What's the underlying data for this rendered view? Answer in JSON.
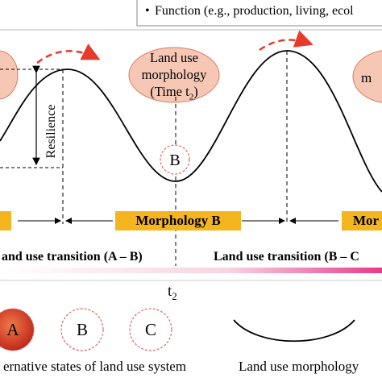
{
  "legend_top": {
    "bullet": "•",
    "function_text": "Function (e.g., production, living, ecol"
  },
  "ellipses": {
    "center_line1": "Land use",
    "center_line2": "morphology",
    "center_line3_prefix": "(Time t",
    "center_line3_sub": "2",
    "center_line3_suffix": ")",
    "right_partial": "m"
  },
  "resilience_label": "Resilience",
  "states": {
    "a": "A",
    "b": "B",
    "c": "C"
  },
  "bars": {
    "middle": "Morphology B",
    "right_partial": "Mor"
  },
  "transitions": {
    "left": "and use transition (A – B)",
    "right": "Land use transition (B – C"
  },
  "time_axis": {
    "label_prefix": "t",
    "label_sub": "2"
  },
  "legend_bottom": {
    "states_caption": "ernative states of land use system",
    "morphology_caption": "Land use morphology"
  },
  "colors": {
    "ellipse_fill": "#f7c7b5",
    "ellipse_stroke": "#d97b5f",
    "bar_fill": "#f5b51f",
    "arrow_red": "#e63a2a",
    "state_a_fill": "#d23a1e",
    "state_dashed": "#e06666",
    "gradient_end": "#e8398a"
  }
}
